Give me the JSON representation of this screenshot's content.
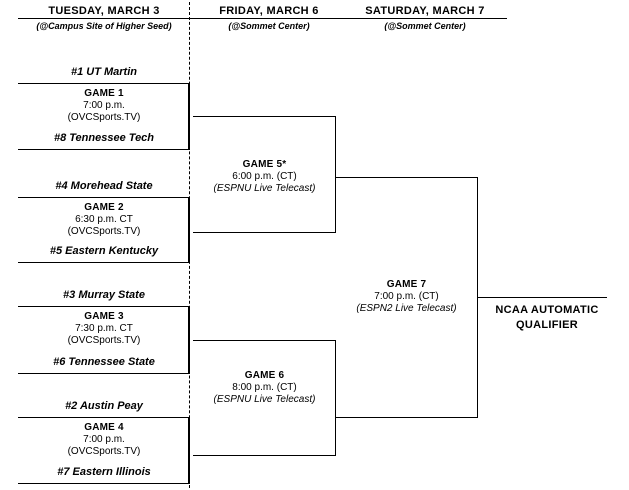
{
  "header": {
    "columns": [
      {
        "title": "TUESDAY, MARCH 3",
        "venue": "(@Campus Site of Higher Seed)"
      },
      {
        "title": "FRIDAY, MARCH 6",
        "venue": "(@Sommet Center)"
      },
      {
        "title": "SATURDAY, MARCH 7",
        "venue": "(@Sommet Center)"
      }
    ]
  },
  "round1": [
    {
      "top_team": "#1 UT Martin",
      "bottom_team": "#8 Tennessee Tech",
      "game": "GAME 1",
      "time": "7:00 p.m.",
      "tv": "(OVCSports.TV)"
    },
    {
      "top_team": "#4 Morehead State",
      "bottom_team": "#5 Eastern Kentucky",
      "game": "GAME 2",
      "time": "6:30 p.m. CT",
      "tv": "(OVCSports.TV)"
    },
    {
      "top_team": "#3 Murray State",
      "bottom_team": "#6 Tennessee State",
      "game": "GAME 3",
      "time": "7:30 p.m. CT",
      "tv": "(OVCSports.TV)"
    },
    {
      "top_team": "#2 Austin Peay",
      "bottom_team": "#7 Eastern Illinois",
      "game": "GAME 4",
      "time": "7:00 p.m.",
      "tv": "(OVCSports.TV)"
    }
  ],
  "semifinals": [
    {
      "game": "GAME 5*",
      "time": "6:00 p.m. (CT)",
      "tv": "(ESPNU Live Telecast)"
    },
    {
      "game": "GAME 6",
      "time": "8:00 p.m. (CT)",
      "tv": "(ESPNU Live Telecast)"
    }
  ],
  "final": {
    "game": "GAME 7",
    "time": "7:00 p.m. (CT)",
    "tv": "(ESPN2 Live Telecast)"
  },
  "outcome": {
    "line1": "NCAA AUTOMATIC",
    "line2": "QUALIFIER"
  },
  "colors": {
    "ink": "#000000",
    "paper": "#ffffff"
  }
}
